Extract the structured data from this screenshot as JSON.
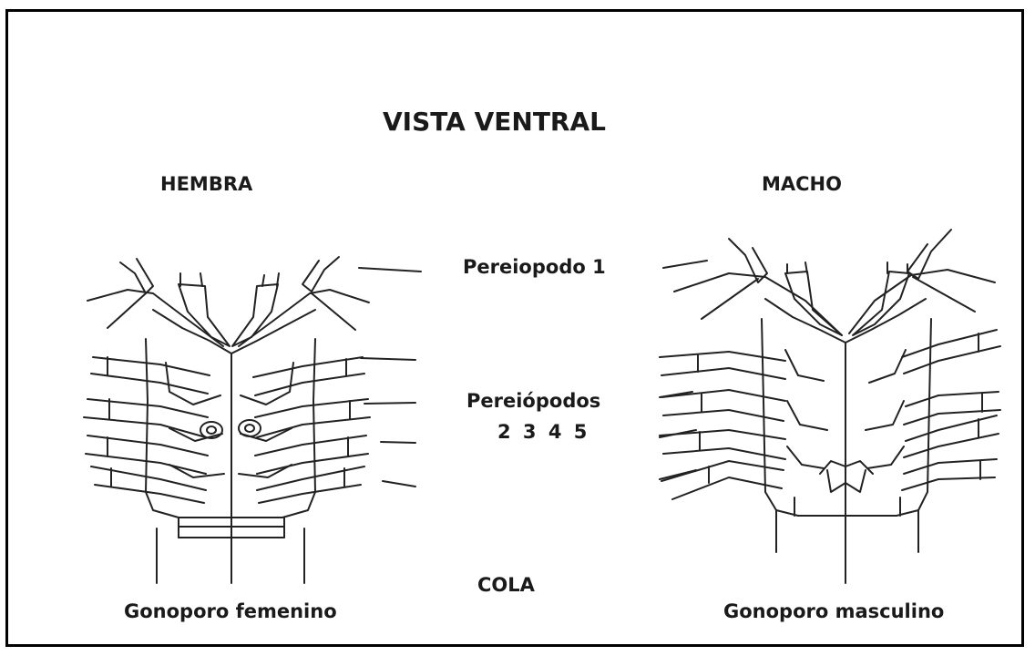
{
  "title": "VISTA VENTRAL",
  "female": {
    "heading": "HEMBRA",
    "caption": "Gonoporo femenino"
  },
  "male": {
    "heading": "MACHO",
    "caption": "Gonoporo masculino"
  },
  "parts": {
    "pereiopod1": "Pereiopodo 1",
    "pereiopods": "Pereiópodos",
    "pereiopod_numbers": "2 3 4 5",
    "tail": "COLA"
  }
}
